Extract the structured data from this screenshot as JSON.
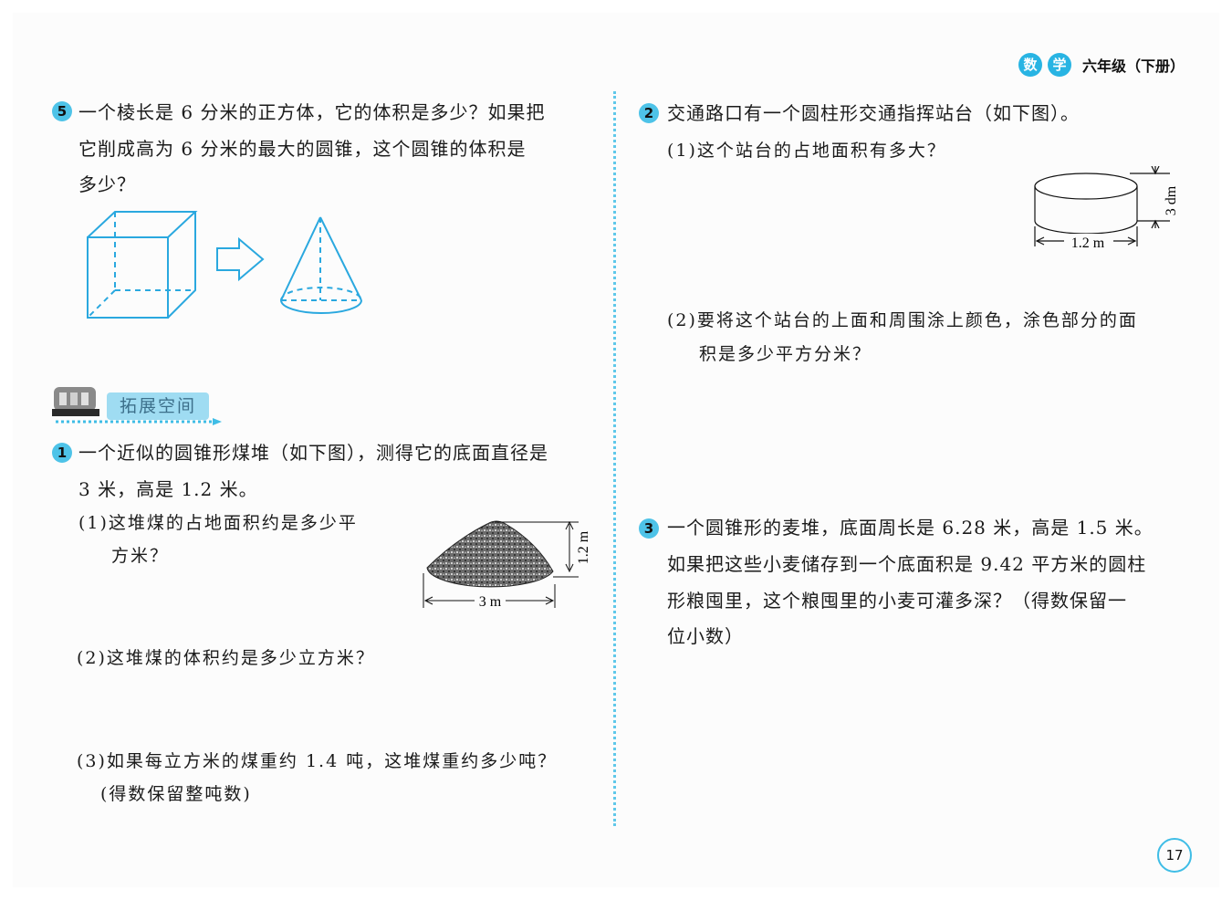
{
  "header": {
    "subject_char1": "数",
    "subject_char2": "学",
    "grade": "六年级（下册）"
  },
  "section_banner": "拓展空间",
  "page_number": "17",
  "left": {
    "q5": {
      "num": "5",
      "line1": "一个棱长是 6 分米的正方体，它的体积是多少？如果把",
      "line2": "它削成高为 6 分米的最大的圆锥，这个圆锥的体积是",
      "line3": "多少？"
    },
    "q1": {
      "num": "1",
      "line1": "一个近似的圆锥形煤堆（如下图），测得它的底面直径是",
      "line2": "3 米，高是 1.2 米。",
      "sub1_line1": "(1)这堆煤的占地面积约是多少平",
      "sub1_line2": "方米？",
      "sub2": "(2)这堆煤的体积约是多少立方米？",
      "sub3_line1": "(3)如果每立方米的煤重约 1.4 吨，这堆煤重约多少吨？",
      "sub3_line2": "(得数保留整吨数)",
      "fig_height_label": "1.2 m",
      "fig_base_label": "3 m"
    }
  },
  "right": {
    "q2": {
      "num": "2",
      "line1": "交通路口有一个圆柱形交通指挥站台（如下图）。",
      "sub1": "(1)这个站台的占地面积有多大？",
      "sub2_line1": "(2)要将这个站台的上面和周围涂上颜色，涂色部分的面",
      "sub2_line2": "积是多少平方分米？",
      "fig_diameter_label": "1.2 m",
      "fig_height_label": "3 dm"
    },
    "q3": {
      "num": "3",
      "line1": "一个圆锥形的麦堆，底面周长是 6.28 米，高是 1.5 米。",
      "line2": "如果把这些小麦储存到一个底面积是 9.42 平方米的圆柱",
      "line3": "形粮囤里，这个粮囤里的小麦可灌多深？（得数保留一",
      "line4": "位小数）"
    }
  },
  "colors": {
    "accent": "#28b4e3",
    "badge": "#4ec3e8",
    "figure_line": "#2aa8df"
  }
}
